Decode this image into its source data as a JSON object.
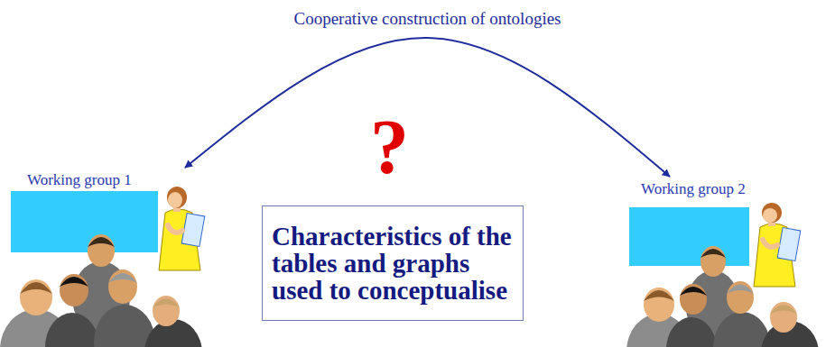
{
  "diagram": {
    "nodes": [
      {
        "text": [
          "Working group 1"
        ]
      },
      {
        "text": [
          "Working group 2"
        ]
      },
      {
        "text": [
          "Characteristics of the tables and graphs used to conceptualise"
        ]
      }
    ],
    "edges": [
      {
        "from": 0,
        "to": 1,
        "arrow": "both",
        "label": "Cooperative construction of ontologies"
      }
    ],
    "labels": [
      "?"
    ]
  }
}
